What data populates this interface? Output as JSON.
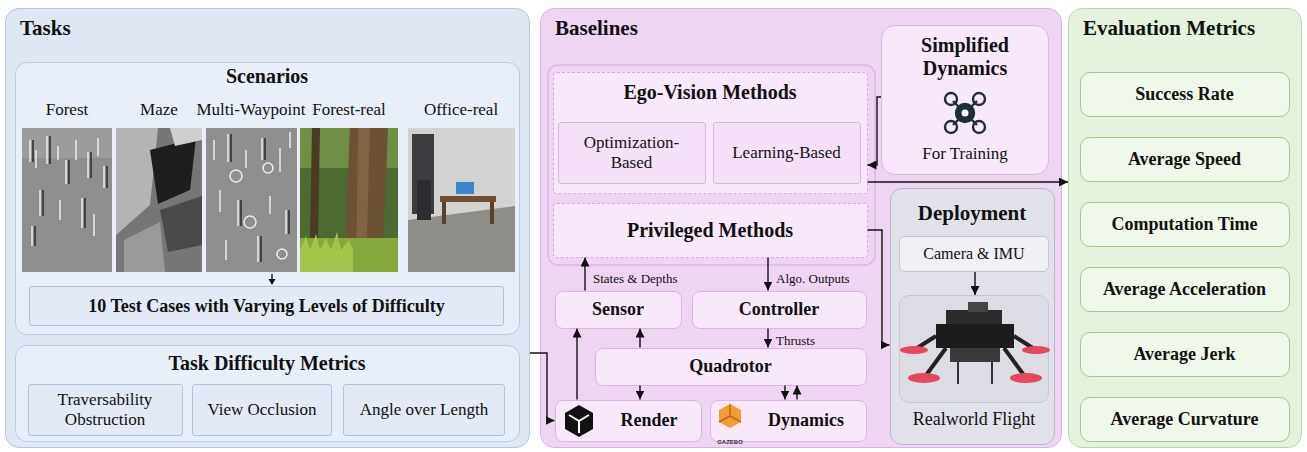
{
  "diagram": {
    "nodes": [
      {
        "text": [
          "Tasks"
        ]
      },
      {
        "text": [
          "Scenarios"
        ],
        "in": 0
      },
      {
        "text": [
          "10 Test Cases with Varying Levels of Difficulty"
        ],
        "in": 1
      },
      {
        "text": [
          "Task Difficulty Metrics"
        ],
        "in": 0
      },
      {
        "text": [
          "Traversability Obstruction"
        ],
        "in": 3
      },
      {
        "text": [
          "View Occlusion"
        ],
        "in": 3
      },
      {
        "text": [
          "Angle over Length"
        ],
        "in": 3
      },
      {
        "text": [
          "Baselines"
        ]
      },
      {
        "text": [
          "Ego-Vision Methods"
        ],
        "in": 7
      },
      {
        "text": [
          "Optimization-Based"
        ],
        "in": 8
      },
      {
        "text": [
          "Learning-Based"
        ],
        "in": 8
      },
      {
        "text": [
          "Privileged Methods"
        ],
        "in": 7
      },
      {
        "text": [
          "Simplified Dynamics",
          "For Training"
        ],
        "in": 7
      },
      {
        "text": [
          "Sensor"
        ],
        "in": 7
      },
      {
        "text": [
          "Controller"
        ],
        "in": 7
      },
      {
        "text": [
          "Quadrotor"
        ],
        "in": 7
      },
      {
        "text": [
          "Render"
        ],
        "in": 7
      },
      {
        "text": [
          "Dynamics"
        ],
        "in": 7
      },
      {
        "text": [
          "Deployment"
        ],
        "in": 7
      },
      {
        "text": [
          "Camera & IMU"
        ],
        "in": 18
      },
      {
        "text": [
          "Realworld Flight"
        ],
        "in": 18
      },
      {
        "text": [
          "Evaluation Metrics"
        ]
      },
      {
        "text": [
          "Success Rate"
        ],
        "in": 21
      },
      {
        "text": [
          "Average Speed"
        ],
        "in": 21
      },
      {
        "text": [
          "Computation Time"
        ],
        "in": 21
      },
      {
        "text": [
          "Average Acceleration"
        ],
        "in": 21
      },
      {
        "text": [
          "Average Jerk"
        ],
        "in": 21
      },
      {
        "text": [
          "Average Curvature"
        ],
        "in": 21
      }
    ],
    "edges": [
      {
        "from": 0,
        "to": 16,
        "arrow": "to"
      },
      {
        "from": 12,
        "to": 8,
        "arrow": "to"
      },
      {
        "from": 8,
        "to": 21,
        "arrow": "to"
      },
      {
        "from": 11,
        "to": 18,
        "arrow": "to"
      },
      {
        "from": 13,
        "to": 11,
        "label": "States & Depths",
        "arrow": "to"
      },
      {
        "from": 11,
        "to": 14,
        "label": "Algo. Outputs",
        "arrow": "to"
      },
      {
        "from": 14,
        "to": 15,
        "label": "Thrusts",
        "arrow": "to"
      },
      {
        "from": 15,
        "to": 13,
        "arrow": "to"
      },
      {
        "from": 16,
        "to": 13,
        "arrow": "to"
      },
      {
        "from": 15,
        "to": 16,
        "arrow": "to"
      },
      {
        "from": 15,
        "to": 17,
        "arrow": "to"
      },
      {
        "from": 17,
        "to": 15,
        "arrow": "to"
      },
      {
        "from": 19,
        "to": 20,
        "arrow": "to"
      }
    ],
    "labels": [
      "Forest",
      "Maze",
      "Multi-Waypoint",
      "Forest-real",
      "Office-real",
      "GAZEBO"
    ]
  }
}
